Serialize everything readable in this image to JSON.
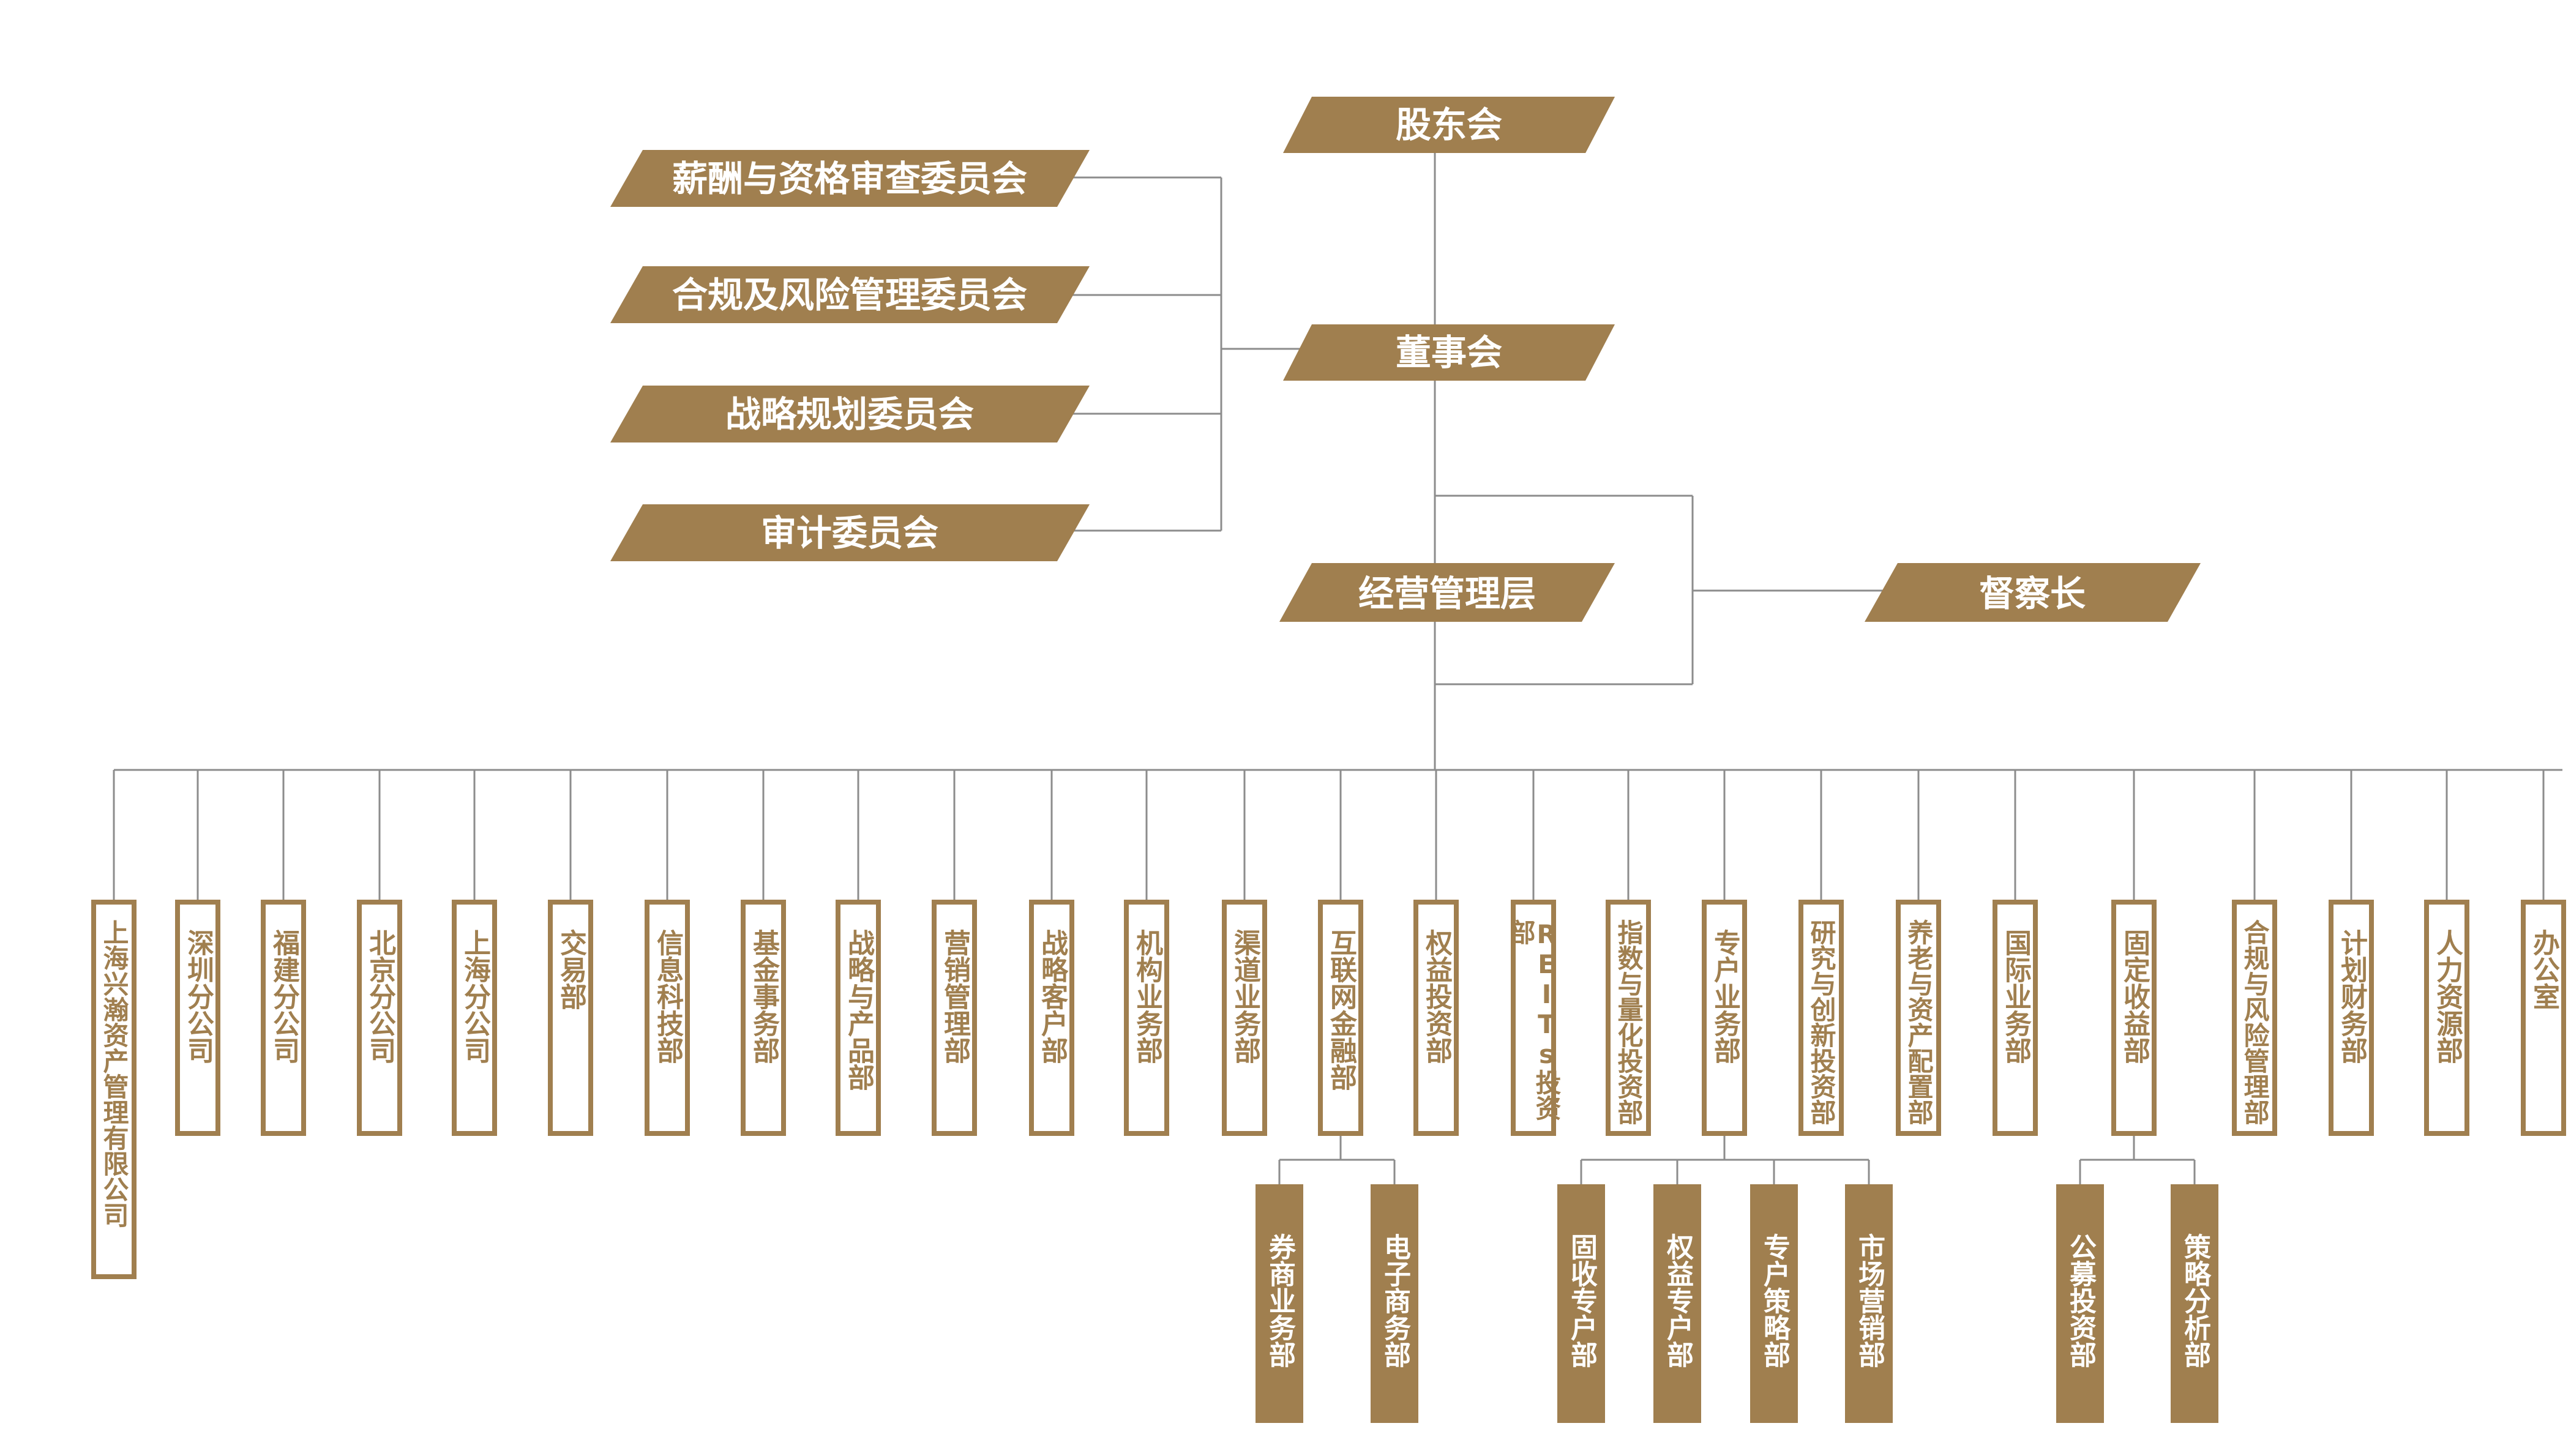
{
  "colors": {
    "accent": "#a07f4f",
    "line": "#8c8c8c",
    "background": "#ffffff"
  },
  "top": {
    "shareholders": "股东会",
    "board": "董事会",
    "management": "经营管理层",
    "supervisor": "督察长"
  },
  "committees": [
    "薪酬与资格审查委员会",
    "合规及风险管理委员会",
    "战略规划委员会",
    "审计委员会"
  ],
  "departments": [
    "上海兴瀚资产管理有限公司",
    "深圳分公司",
    "福建分公司",
    "北京分公司",
    "上海分公司",
    "交易部",
    "信息科技部",
    "基金事务部",
    "战略与产品部",
    "营销管理部",
    "战略客户部",
    "机构业务部",
    "渠道业务部",
    "互联网金融部",
    "权益投资部",
    "REITs投资部",
    "指数与量化投资部",
    "专户业务部",
    "研究与创新投资部",
    "养老与资产配置部",
    "国际业务部",
    "固定收益部",
    "合规与风险管理部",
    "计划财务部",
    "人力资源部",
    "办公室"
  ],
  "sub_departments": {
    "internet_finance": [
      "券商业务部",
      "电子商务部"
    ],
    "special_account": [
      "固收专户部",
      "权益专户部",
      "专户策略部",
      "市场营销部"
    ],
    "fixed_income": [
      "公募投资部",
      "策略分析部"
    ]
  }
}
